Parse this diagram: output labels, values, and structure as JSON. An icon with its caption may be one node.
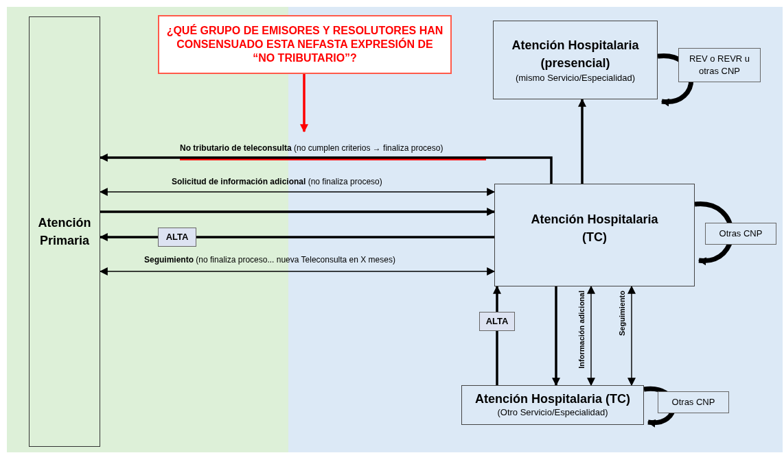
{
  "diagram": {
    "nodes": [
      {
        "text": [
          "Atención Primaria"
        ]
      },
      {
        "text": [
          "¿QUÉ GRUPO DE EMISORES Y RESOLUTORES HAN CONSENSUADO ESTA NEFASTA EXPRESIÓN DE “NO TRIBUTARIO”?"
        ]
      },
      {
        "text": [
          "Atención Hospitalaria (presencial)",
          "(mismo Servicio/Especialidad)"
        ]
      },
      {
        "text": [
          "Atención Hospitalaria (TC)"
        ]
      },
      {
        "text": [
          "Atención Hospitalaria (TC)",
          "(Otro Servicio/Especialidad)"
        ]
      }
    ],
    "edges": [
      {
        "from": 1,
        "to": null,
        "arrow": "to",
        "color": "#ff0000"
      },
      {
        "from": 3,
        "to": 0,
        "arrow": "to",
        "label": "**No tributario de teleconsulta** (no cumplen criterios → finaliza proceso)"
      },
      {
        "from": 0,
        "to": 3,
        "arrow": "both",
        "label": "**Solicitud de información adicional** (no finaliza proceso)"
      },
      {
        "from": 0,
        "to": 3,
        "arrow": "to"
      },
      {
        "from": 3,
        "to": 0,
        "arrow": "to",
        "label": "ALTA"
      },
      {
        "from": 0,
        "to": 3,
        "arrow": "both",
        "label": "**Seguimiento** (no finaliza proceso... nueva Teleconsulta en X meses)"
      },
      {
        "from": 3,
        "to": 2,
        "arrow": "to"
      },
      {
        "from": 4,
        "to": 3,
        "arrow": "to",
        "label": "ALTA"
      },
      {
        "from": 3,
        "to": 4,
        "arrow": "to"
      },
      {
        "from": 3,
        "to": 4,
        "arrow": "both",
        "label": "Información adicional"
      },
      {
        "from": 3,
        "to": 4,
        "arrow": "both",
        "label": "Seguimiento"
      },
      {
        "from": 2,
        "to": 2,
        "arrow": "to",
        "style": "thick",
        "label": "REV o REVR u otras CNP"
      },
      {
        "from": 3,
        "to": 3,
        "arrow": "to",
        "style": "thick",
        "label": "Otras CNP"
      },
      {
        "from": 4,
        "to": 4,
        "arrow": "to",
        "style": "thick",
        "label": "Otras CNP"
      }
    ]
  }
}
